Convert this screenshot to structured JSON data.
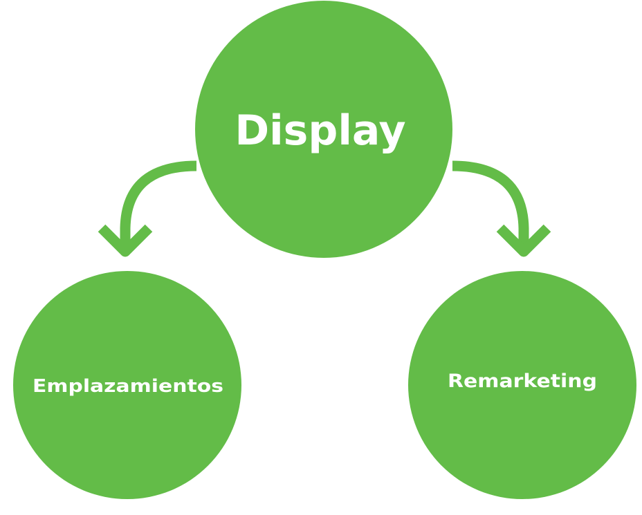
{
  "colors": {
    "node_fill": "#63bc48",
    "arrow_stroke": "#63bc48",
    "label_text": "#ffffff",
    "background": "#ffffff"
  },
  "nodes": {
    "root": {
      "label": "Display"
    },
    "left": {
      "label": "Emplazamientos"
    },
    "right": {
      "label": "Remarketing"
    }
  },
  "edges": [
    {
      "from": "Display",
      "to": "Emplazamientos",
      "icon": "curved-arrow-down-left-icon"
    },
    {
      "from": "Display",
      "to": "Remarketing",
      "icon": "curved-arrow-down-right-icon"
    }
  ]
}
